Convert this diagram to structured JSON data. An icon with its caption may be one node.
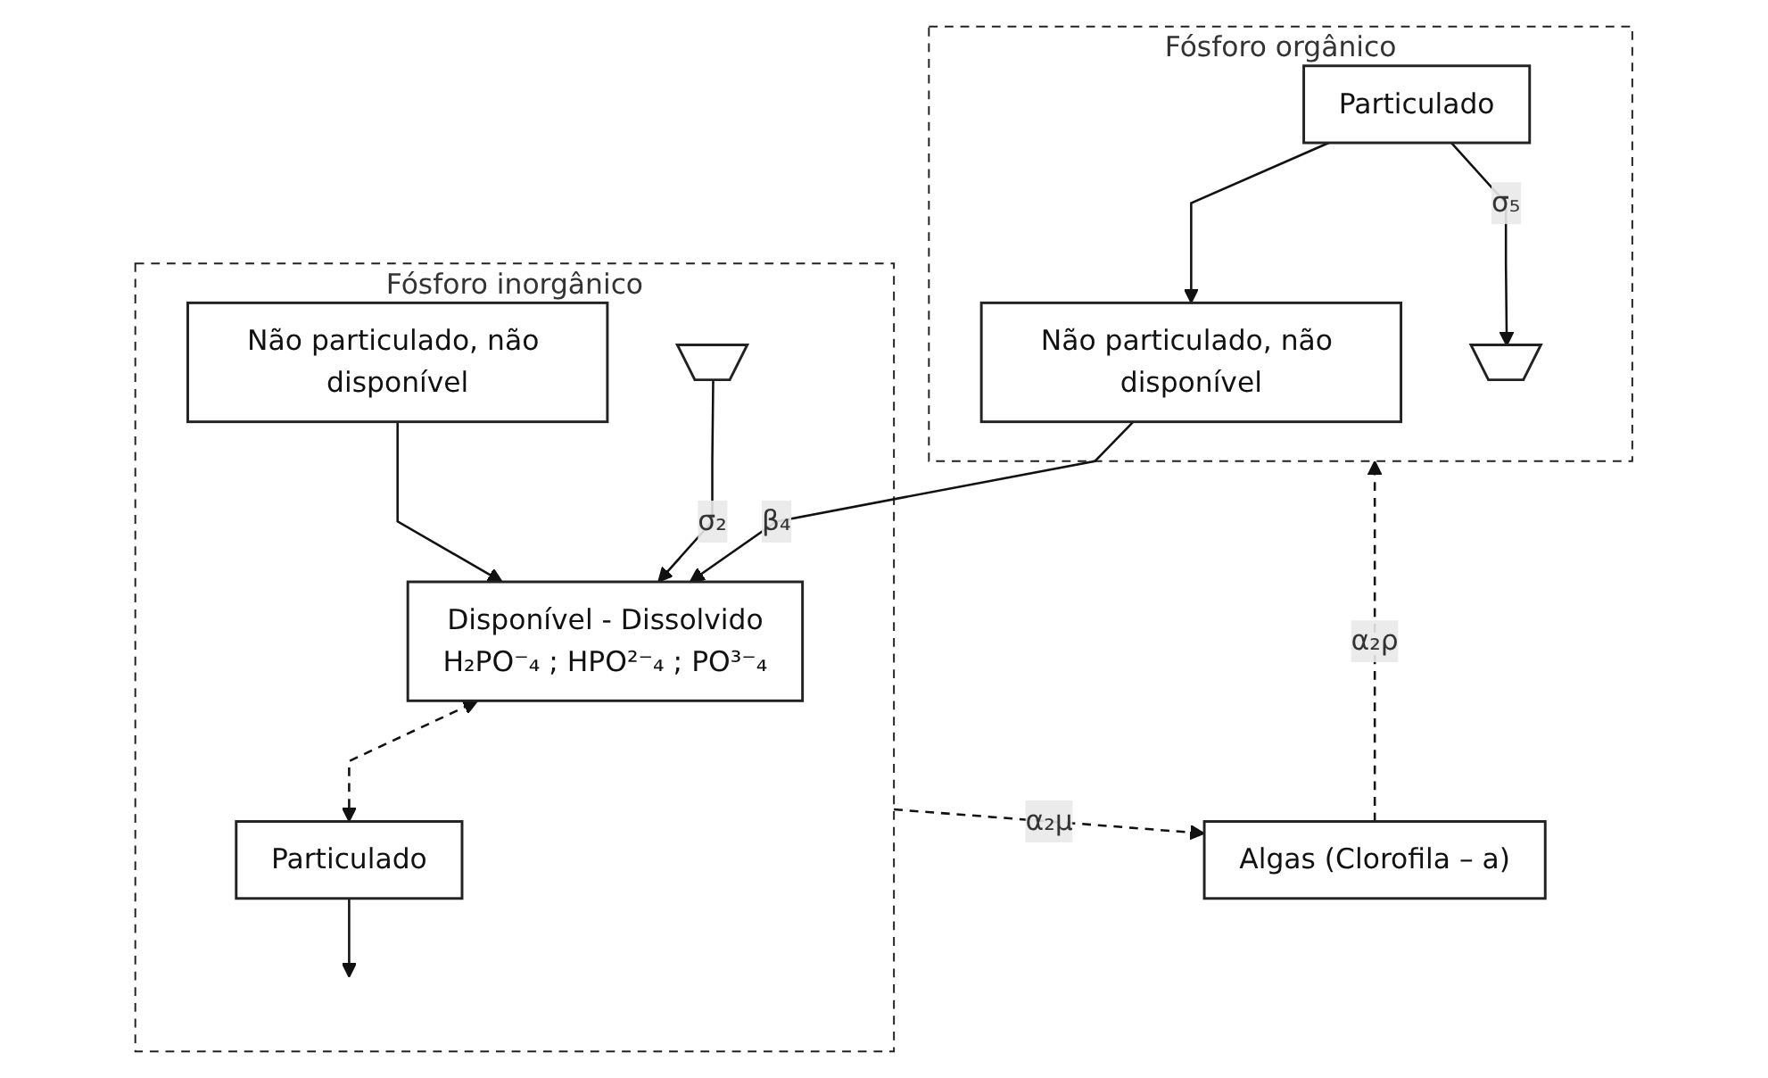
{
  "diagram": {
    "nodes": [
      {
        "text": [
          "Fósforo orgânico"
        ]
      },
      {
        "text": [
          "Não particulado, não disponível"
        ],
        "in": 0
      },
      {
        "text": [
          "Particulado"
        ],
        "in": 0
      },
      {
        "text": [],
        "shape": "trapezoid",
        "in": 0
      },
      {
        "text": [
          "Fósforo inorgânico"
        ]
      },
      {
        "text": [
          "Disponível - Dissolvido",
          "H₂PO⁻₄ ; HPO²⁻₄ ; PO³⁻₄"
        ],
        "in": 4
      },
      {
        "text": [
          "Não particulado, não disponível"
        ],
        "in": 4
      },
      {
        "text": [
          "Particulado"
        ],
        "in": 4
      },
      {
        "text": [],
        "shape": "trapezoid",
        "in": 4
      },
      {
        "text": [
          "Algas (Clorofila – a)"
        ]
      }
    ],
    "edges": [
      {
        "from": 2,
        "to": 1,
        "arrow": "to"
      },
      {
        "from": 2,
        "to": 3,
        "arrow": "to",
        "label": "σ₅"
      },
      {
        "from": 6,
        "to": 5,
        "arrow": "to"
      },
      {
        "from": 8,
        "to": 5,
        "arrow": "to",
        "label": "σ₂"
      },
      {
        "from": 1,
        "to": 5,
        "arrow": "to",
        "label": "β₄"
      },
      {
        "from": 5,
        "to": 7,
        "arrow": "both",
        "style": "dashed"
      },
      {
        "from": 7,
        "to": null,
        "arrow": "to"
      },
      {
        "from": 4,
        "to": 9,
        "arrow": "to",
        "style": "dashed",
        "label": "α₂μ"
      },
      {
        "from": 9,
        "to": 0,
        "arrow": "to",
        "style": "dashed",
        "label": "α₂ρ"
      }
    ]
  }
}
